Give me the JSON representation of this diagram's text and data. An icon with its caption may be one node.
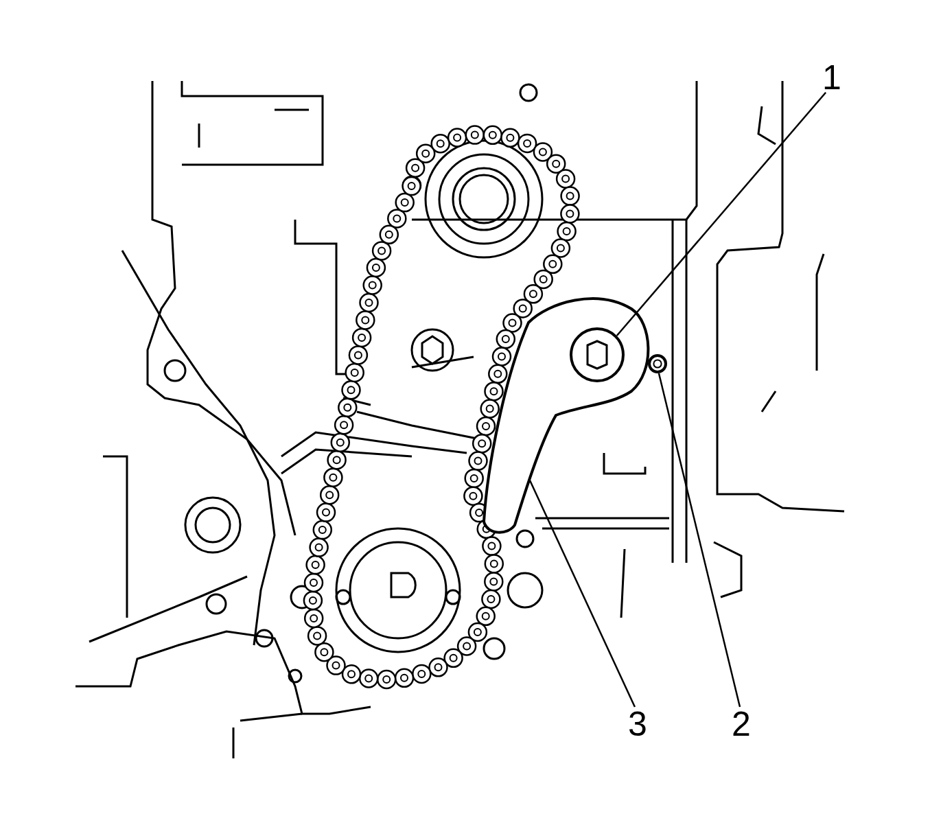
{
  "diagram": {
    "nodes": [
      {
        "text": [
          "1"
        ]
      },
      {
        "text": [],
        "shape": "picture"
      },
      {
        "text": [],
        "shape": "circle",
        "in": 1
      },
      {
        "text": [],
        "shape": "circle"
      },
      {
        "text": [
          "3"
        ]
      },
      {
        "text": [
          "2"
        ]
      }
    ],
    "edges": [
      {
        "from": 0,
        "to": 2,
        "arrow": "none"
      },
      {
        "from": 4,
        "to": 1,
        "arrow": "none"
      },
      {
        "from": 5,
        "to": 3,
        "arrow": "none"
      }
    ]
  }
}
